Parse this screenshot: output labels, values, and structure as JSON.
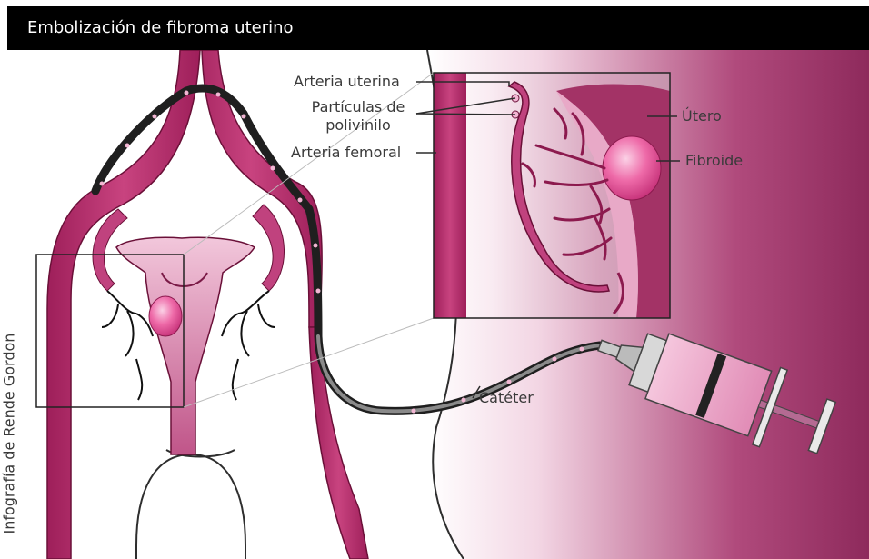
{
  "title": "Embolización de fibroma uterino",
  "credit": "Infografía de Rende Gordon",
  "labels": {
    "arteria_uterina": "Arteria uterina",
    "particulas_line1": "Partículas de",
    "particulas_line2": "polivinilo",
    "arteria_femoral": "Arteria femoral",
    "utero": "Útero",
    "fibroide": "Fibroide",
    "cateter": "Catéter"
  },
  "colors": {
    "artery": "#b8306e",
    "artery_dark": "#8c1a4e",
    "uterus": "#e8a9c7",
    "fibroid": "#e0448f",
    "catheter": "#2a2a2a",
    "background_tint": "#a8386c"
  }
}
